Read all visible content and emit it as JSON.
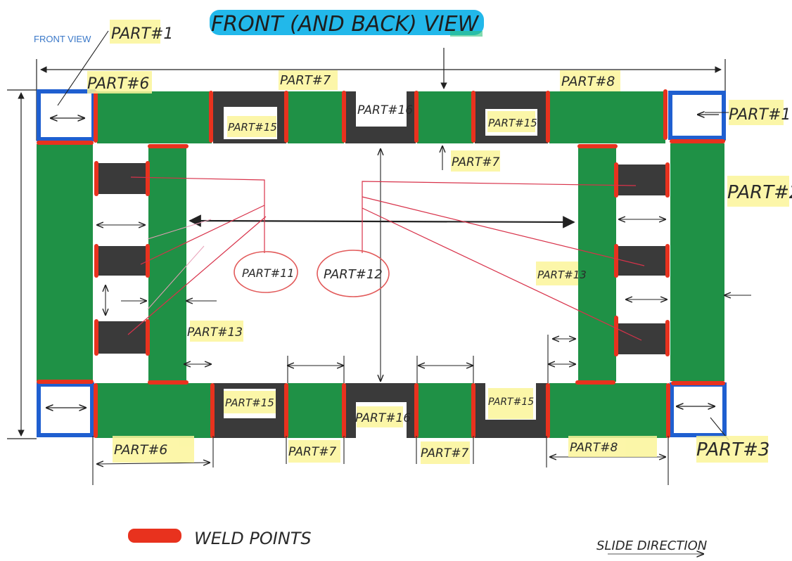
{
  "title": "FRONT (AND BACK) VIEW",
  "front_view_label": "FRONT VIEW",
  "parts": {
    "p1_top_left": "PART#1",
    "p1_right": "PART#1",
    "p2": "PART#2",
    "p3": "PART#3",
    "p6_top": "PART#6",
    "p6_bottom": "PART#6",
    "p7_top": "PART#7",
    "p7_mid": "PART#7",
    "p7_bottom_a": "PART#7",
    "p7_bottom_b": "PART#7",
    "p8_top": "PART#8",
    "p8_bottom": "PART#8",
    "p11": "PART#11",
    "p12": "PART#12",
    "p13_left": "PART#13",
    "p13_right": "PART#13",
    "p15_top": "PART#15",
    "p15_top_right": "PART#15",
    "p15_bottom_left": "PART#15",
    "p15_bottom_right": "PART#15",
    "p16_top": "PART#16",
    "p16_bottom": "PART#16"
  },
  "legend": {
    "weld_points": "WELD POINTS",
    "slide_direction": "SLIDE DIRECTION"
  },
  "colors": {
    "green": "#1f9146",
    "dark": "#3a3a3a",
    "blue": "#1f5fd0",
    "weld": "#e8321e",
    "highlight": "#fbf59a",
    "title_highlight": "#22b8ea"
  }
}
